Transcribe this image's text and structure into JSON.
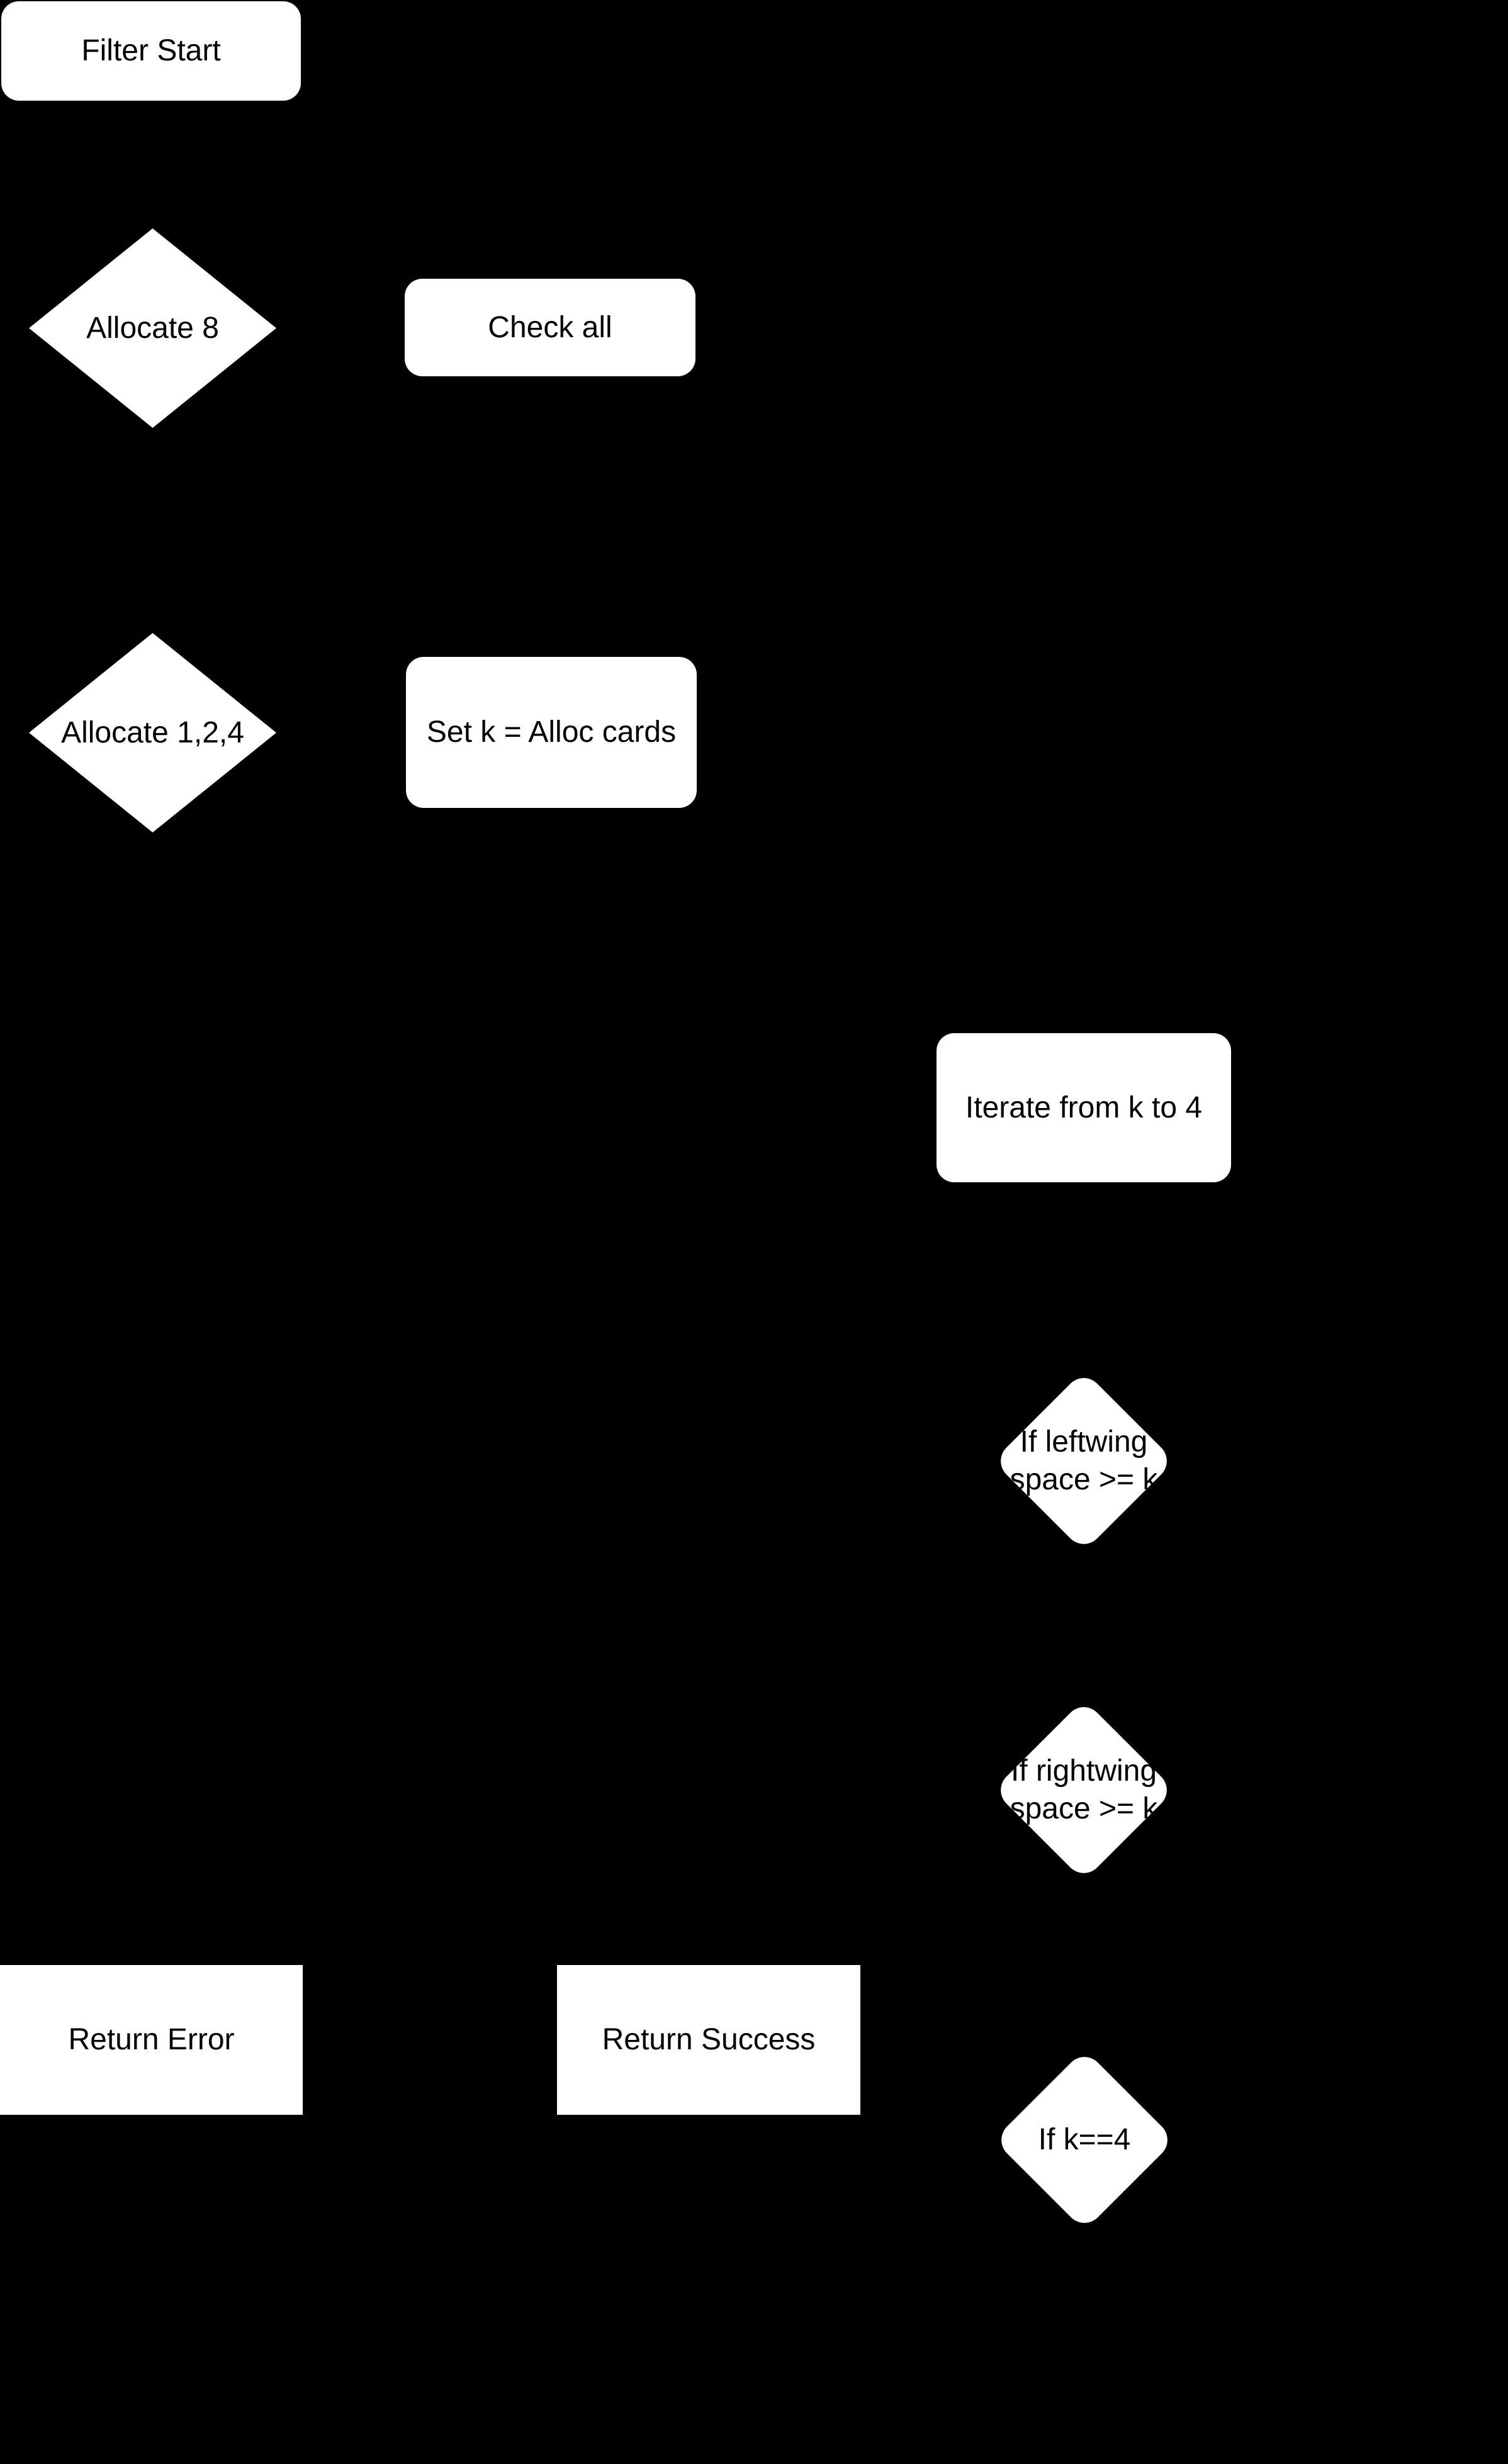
{
  "colors": {
    "background": "#000000",
    "node_fill": "#ffffff",
    "node_text": "#000000"
  },
  "flowchart": {
    "nodes": [
      {
        "id": "filter-start",
        "shape": "rounded-rectangle",
        "label": "Filter Start"
      },
      {
        "id": "allocate-8",
        "shape": "diamond",
        "label": "Allocate 8"
      },
      {
        "id": "check-all",
        "shape": "rounded-rectangle",
        "label": "Check all"
      },
      {
        "id": "allocate-1-2-4",
        "shape": "diamond",
        "label": "Allocate 1,2,4"
      },
      {
        "id": "set-k-alloc-cards",
        "shape": "rounded-rectangle",
        "label": "Set k = Alloc cards"
      },
      {
        "id": "iterate-from-k-to-4",
        "shape": "rounded-rectangle",
        "label": "Iterate from k to 4"
      },
      {
        "id": "if-leftwing-space",
        "shape": "rounded-diamond",
        "label": "If leftwing\nspace >= k"
      },
      {
        "id": "if-rightwing-space",
        "shape": "rounded-diamond",
        "label": "If rightwing\nspace >= k"
      },
      {
        "id": "return-error",
        "shape": "rectangle",
        "label": "Return Error"
      },
      {
        "id": "return-success",
        "shape": "rectangle",
        "label": "Return Success"
      },
      {
        "id": "if-k-equals-4",
        "shape": "rounded-diamond",
        "label": "If k==4"
      }
    ]
  }
}
